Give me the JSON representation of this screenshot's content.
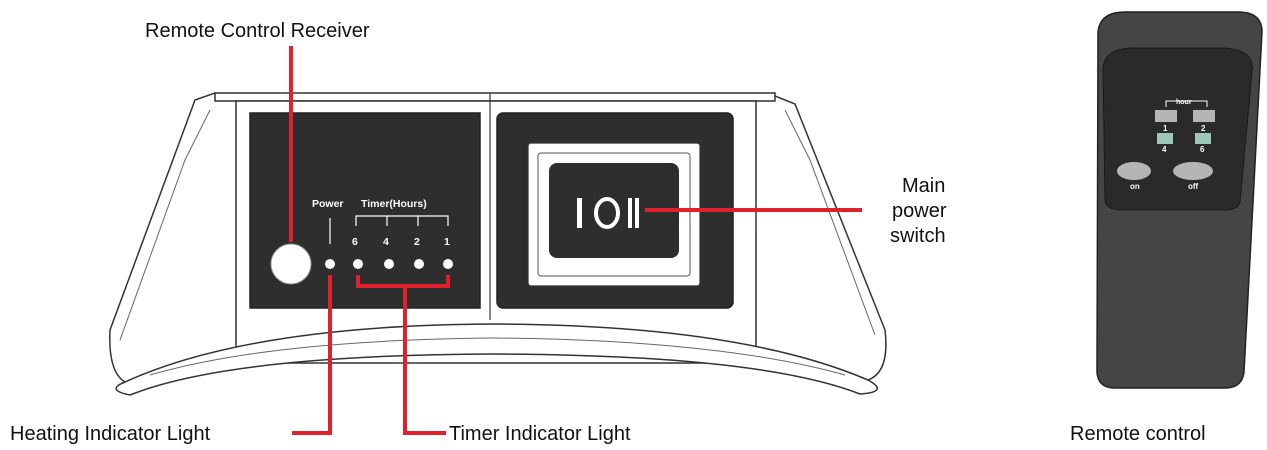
{
  "callouts": {
    "remote_receiver": "Remote Control Receiver",
    "main_switch_line1": "Main",
    "main_switch_line2": "power",
    "main_switch_line3": "switch",
    "heating_light": "Heating Indicator Light",
    "timer_light": "Timer Indicator Light",
    "remote_control": "Remote control"
  },
  "control_panel": {
    "power_label": "Power",
    "timer_label": "Timer(Hours)",
    "timer_numbers": [
      "6",
      "4",
      "2",
      "1"
    ],
    "switch_symbols": "I O II"
  },
  "remote": {
    "hour_label": "hour",
    "buttons": [
      "1",
      "2",
      "4",
      "6"
    ],
    "on_label": "on",
    "off_label": "off"
  },
  "colors": {
    "leader_line": "#e0202a",
    "panel_dark": "#2e2e2e",
    "remote_body": "#454545",
    "remote_face": "#2a2a2a",
    "outline": "#333333"
  }
}
